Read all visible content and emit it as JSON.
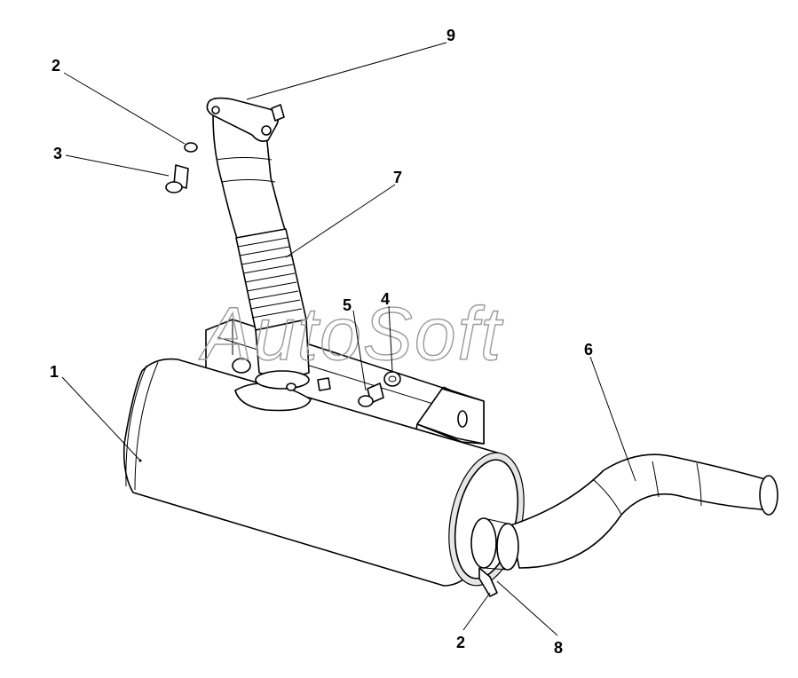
{
  "watermark": "AutoSoft",
  "callouts": [
    {
      "id": "c9",
      "label": "9"
    },
    {
      "id": "c2a",
      "label": "2"
    },
    {
      "id": "c3",
      "label": "3"
    },
    {
      "id": "c7",
      "label": "7"
    },
    {
      "id": "c5",
      "label": "5"
    },
    {
      "id": "c4",
      "label": "4"
    },
    {
      "id": "c1",
      "label": "1"
    },
    {
      "id": "c6",
      "label": "6"
    },
    {
      "id": "c2b",
      "label": "2"
    },
    {
      "id": "c8",
      "label": "8"
    }
  ]
}
